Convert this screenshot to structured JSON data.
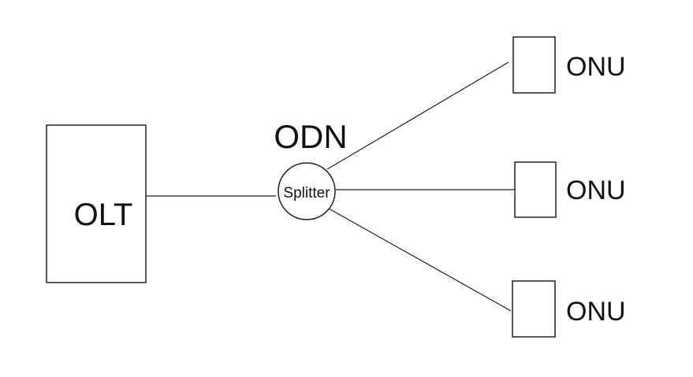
{
  "diagram": {
    "olt_label": "OLT",
    "odn_label": "ODN",
    "splitter_label": "Splitter",
    "onus": [
      {
        "label": "ONU"
      },
      {
        "label": "ONU"
      },
      {
        "label": "ONU"
      }
    ]
  }
}
